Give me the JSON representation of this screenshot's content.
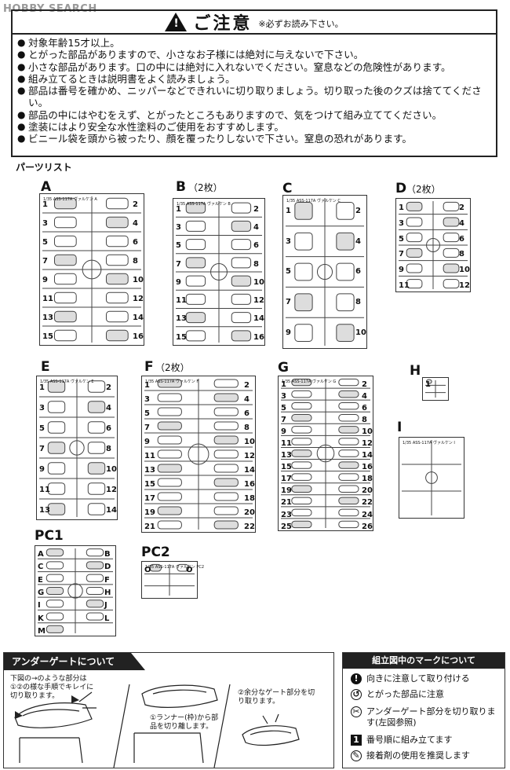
{
  "header": {
    "logo": "HOBBY SEARCH"
  },
  "caution": {
    "title": "ご注意",
    "subtitle": "※必ずお読み下さい。",
    "items": [
      "対象年齢15才以上。",
      "とがった部品がありますので、小さなお子様には絶対に与えないで下さい。",
      "小さな部品があります。口の中には絶対に入れないでください。窒息などの危険性があります。",
      "組み立てるときは説明書をよく読みましょう。",
      "部品は番号を確かめ、ニッパーなどできれいに切り取りましょう。切り取った後のクズは捨ててください。",
      "部品の中にはやむをえず、とがったところもありますので、気をつけて組み立ててください。",
      "塗装にはより安全な水性塗料のご使用をおすすめします。",
      "ビニール袋を頭から被ったり、顔を覆ったりしないで下さい。窒息の恐れがあります。"
    ]
  },
  "parts_list": {
    "label": "パーツリスト"
  },
  "sprues": {
    "A": {
      "letter": "A",
      "count": "",
      "plate": "1/35 ASS-117A ヴァルケン A",
      "numbers": [
        "1",
        "2",
        "3",
        "4",
        "5",
        "6",
        "7",
        "8",
        "9",
        "10",
        "11",
        "12",
        "13",
        "14",
        "15",
        "16"
      ]
    },
    "B": {
      "letter": "B",
      "count": "（2枚）",
      "plate": "1/35 ASS-117A ヴァルケン B",
      "numbers": [
        "1",
        "2",
        "3",
        "4",
        "5",
        "6",
        "7",
        "8",
        "9",
        "10",
        "11",
        "12",
        "13",
        "14",
        "15",
        "16"
      ]
    },
    "C": {
      "letter": "C",
      "count": "",
      "plate": "1/35 ASS-117A ヴァルケン C",
      "numbers": [
        "1",
        "2",
        "3",
        "4",
        "5",
        "6",
        "7",
        "8",
        "9",
        "10"
      ]
    },
    "D": {
      "letter": "D",
      "count": "（2枚）",
      "plate": "",
      "numbers": [
        "1",
        "2",
        "3",
        "4",
        "5",
        "6",
        "7",
        "8",
        "9",
        "10",
        "11",
        "12"
      ]
    },
    "E": {
      "letter": "E",
      "count": "",
      "plate": "1/35 ASS-117A ヴァルケン E",
      "numbers": [
        "1",
        "2",
        "3",
        "4",
        "5",
        "6",
        "7",
        "8",
        "9",
        "10",
        "11",
        "12",
        "13",
        "14"
      ]
    },
    "F": {
      "letter": "F",
      "count": "（2枚）",
      "plate": "1/35 ASS-117A ヴァルケン F",
      "numbers": [
        "1",
        "2",
        "3",
        "4",
        "5",
        "6",
        "7",
        "8",
        "9",
        "10",
        "11",
        "12",
        "13",
        "14",
        "15",
        "16",
        "17",
        "18",
        "19",
        "20",
        "21",
        "22"
      ]
    },
    "G": {
      "letter": "G",
      "count": "",
      "plate": "1/35 ASS-117A ヴァルケン G",
      "numbers": [
        "1",
        "2",
        "3",
        "4",
        "5",
        "6",
        "7",
        "8",
        "9",
        "10",
        "11",
        "12",
        "13",
        "14",
        "15",
        "16",
        "17",
        "18",
        "19",
        "20",
        "21",
        "22",
        "23",
        "24",
        "25",
        "26"
      ]
    },
    "H": {
      "letter": "H",
      "count": "",
      "plate": "",
      "numbers": [
        "1"
      ]
    },
    "I": {
      "letter": "I",
      "count": "",
      "plate": "1/35 ASS-117A ヴァルケン I",
      "numbers": []
    },
    "PC1": {
      "letter": "PC1",
      "count": "",
      "plate": "",
      "numbers": [
        "A",
        "B",
        "C",
        "D",
        "E",
        "F",
        "G",
        "H",
        "I",
        "J",
        "K",
        "L",
        "M"
      ]
    },
    "PC2": {
      "letter": "PC2",
      "count": "",
      "plate": "1/35 ASS-117A ヴァルケン PC2",
      "numbers": [
        "O",
        "O"
      ]
    }
  },
  "undergate": {
    "title": "アンダーゲートについて",
    "step0": "下図の→のような部分は①②の様な手順でキレイに切り取ります。",
    "step1": "①ランナー(枠)から部品を切り離します。",
    "step2": "②余分なゲート部分を切り取ります。"
  },
  "marks": {
    "title": "組立図中のマークについて",
    "items": [
      {
        "icon": "!",
        "text": "向きに注意して取り付ける"
      },
      {
        "icon": "↺",
        "text": "とがった部品に注意"
      },
      {
        "icon": "✂",
        "text": "アンダーゲート部分を切り取ります(左図参照)"
      },
      {
        "icon": "1",
        "text": "番号順に組み立てます"
      },
      {
        "icon": "✎",
        "text": "接着剤の使用を推奨します"
      }
    ]
  }
}
